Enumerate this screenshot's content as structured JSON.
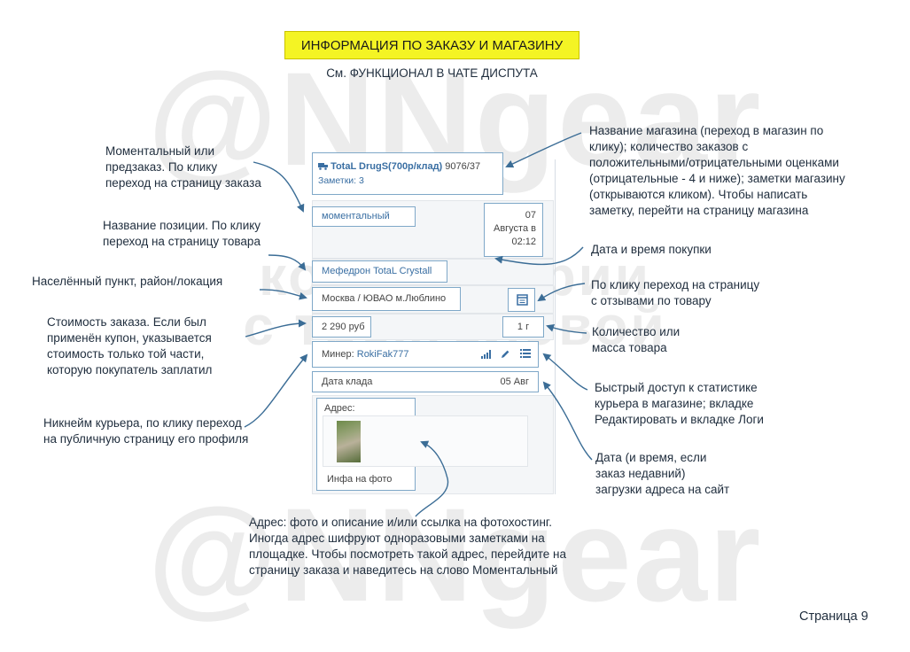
{
  "watermark": {
    "handle_top": "@NNgear",
    "handle_bottom": "@NNgear",
    "middle_lines": [
      "комментарии",
      "с трехголовой"
    ]
  },
  "header": {
    "title": "ИНФОРМАЦИЯ ПО ЗАКАЗУ И МАГАЗИНУ",
    "subtitle": "См. ФУНКЦИОНАЛ В ЧАТЕ ДИСПУТА"
  },
  "panel": {
    "store": {
      "name": "TotaL DrugS(700р/клад)",
      "count": "9076/37",
      "notes": "Заметки: 3"
    },
    "order_type": "моментальный",
    "date": {
      "day": "07",
      "month": "Августа в",
      "time": "02:12"
    },
    "product": "Мефедрон TotaL Crystall",
    "location": "Москва / ЮВАО м.Люблино",
    "price": "2 290 руб",
    "quantity": "1 г",
    "courier": {
      "label": "Минер:",
      "nickname": "RokiFak777"
    },
    "drop_date": {
      "label": "Дата клада",
      "value": "05 Авг"
    },
    "address": {
      "label": "Адрес:",
      "caption": "Инфа на фото"
    }
  },
  "notes": {
    "left": [
      [
        "Моментальный или",
        "предзаказ. По клику",
        "переход на страницу заказа"
      ],
      [
        "Название позиции. По клику",
        "переход на страницу товара"
      ],
      [
        "Населённый пункт, район/локация"
      ],
      [
        "Стоимость заказа. Если был",
        "применён купон, указывается",
        "стоимость только той части,",
        "которую покупатель заплатил"
      ],
      [
        "Никнейм курьера, по клику переход",
        "на публичную страницу его профиля"
      ]
    ],
    "right": [
      [
        "Название магазина (переход в магазин по",
        "клику); количество заказов с",
        "положительными/отрицательными оценками",
        "(отрицательные - 4 и ниже); заметки магазину",
        "(открываются кликом). Чтобы написать",
        "заметку, перейти на страницу магазина"
      ],
      [
        "Дата и время покупки"
      ],
      [
        "По клику переход на страницу",
        "с отзывами по товару"
      ],
      [
        "Количество или",
        "масса товара"
      ],
      [
        "Быстрый доступ к статистике",
        "курьера в магазине; вкладке",
        "Редактировать и вкладке Логи"
      ],
      [
        "Дата (и время, если",
        "заказ недавний)",
        "загрузки адреса на сайт"
      ]
    ],
    "bottom": [
      "Адрес: фото и описание и/или ссылка на фотохостинг.",
      "Иногда адрес шифруют одноразовыми заметками на",
      "площадке. Чтобы посмотреть такой адрес, перейдите на",
      "страницу заказа и наведитесь на слово Моментальный"
    ]
  },
  "footer": {
    "page": "Страница 9"
  },
  "colors": {
    "title_bg": "#f4f424",
    "arrow": "#3b6d96",
    "box_border": "#7fa8c8",
    "link": "#3a6fa3"
  },
  "icons": [
    "truck-icon",
    "calendar-list-icon",
    "bar-chart-icon",
    "pencil-icon",
    "list-icon"
  ]
}
